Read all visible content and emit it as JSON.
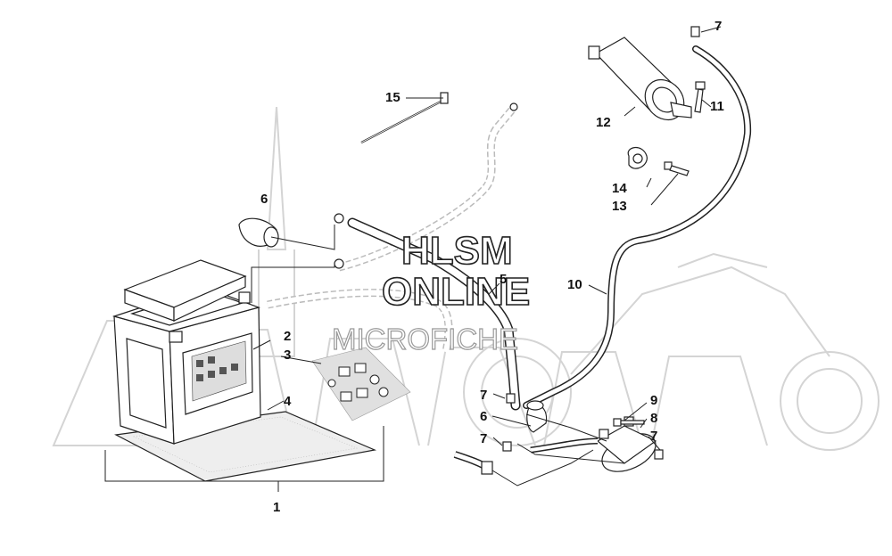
{
  "watermark": {
    "line1": "HLSM",
    "line2": "ONLINE",
    "line3": "MICROFICHE",
    "brand_mark": "moto-watermark-icon"
  },
  "callouts": {
    "c1": "1",
    "c2": "2",
    "c3": "3",
    "c4": "4",
    "c5": "5",
    "c6a": "6",
    "c6b": "6",
    "c7a": "7",
    "c7b": "7",
    "c7c": "7",
    "c7d": "7",
    "c8": "8",
    "c9": "9",
    "c10": "10",
    "c11": "11",
    "c12": "12",
    "c13": "13",
    "c14": "14",
    "c15": "15"
  },
  "colors": {
    "ink": "#222222",
    "watermark_grey": "#d4d4d4"
  }
}
